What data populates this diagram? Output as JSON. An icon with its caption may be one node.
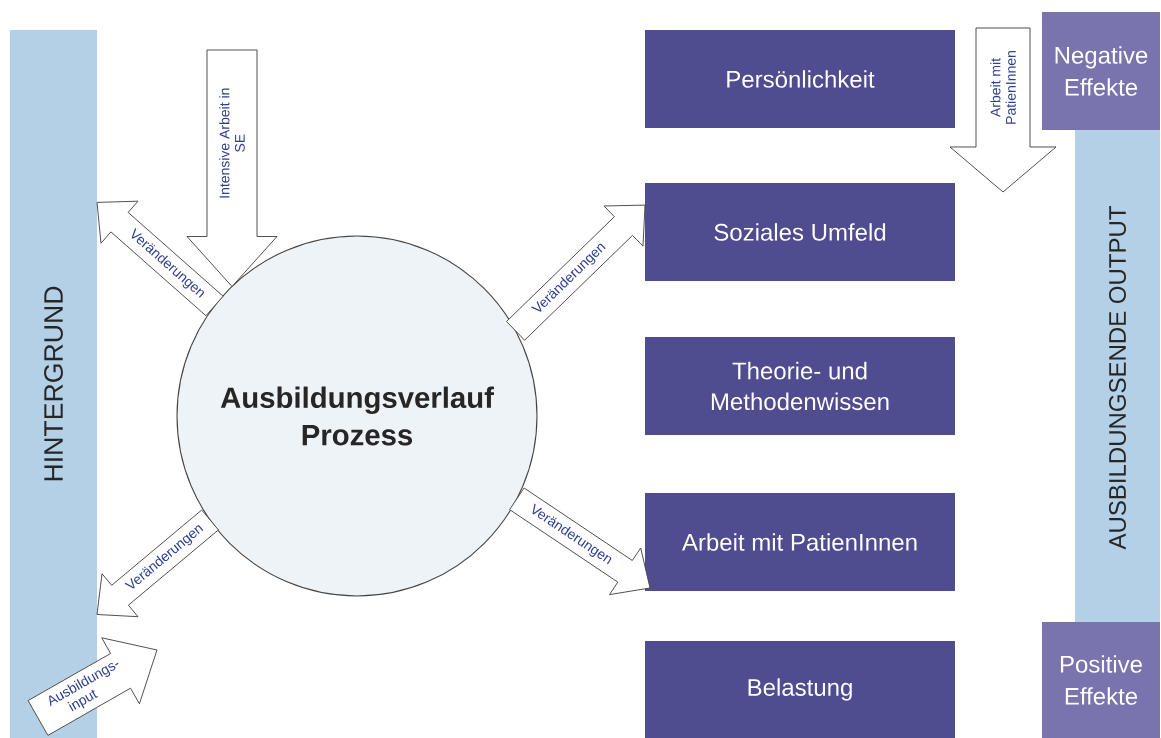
{
  "diagram": {
    "nodes": [
      {
        "text": [
          "HINTERGRUND"
        ]
      },
      {
        "text": [
          "Ausbildungsverlauf Prozess"
        ]
      },
      {
        "text": [
          "Persönlichkeit"
        ]
      },
      {
        "text": [
          "Soziales Umfeld"
        ]
      },
      {
        "text": [
          "Theorie- und Methodenwissen"
        ]
      },
      {
        "text": [
          "Arbeit mit PatienInnen"
        ]
      },
      {
        "text": [
          "Belastung"
        ]
      },
      {
        "text": [
          "AUSBILDUNGSENDE OUTPUT"
        ]
      },
      {
        "text": [
          "Negative Effekte"
        ]
      },
      {
        "text": [
          "Positive Effekte"
        ]
      }
    ],
    "edges": [
      {
        "from": null,
        "to": 1,
        "arrow": "to",
        "label": "Intensive Arbeit in SE"
      },
      {
        "from": 1,
        "to": 0,
        "arrow": "to",
        "label": "Veränderungen"
      },
      {
        "from": 1,
        "to": 3,
        "arrow": "to",
        "label": "Veränderungen"
      },
      {
        "from": 1,
        "to": 0,
        "arrow": "to",
        "label": "Veränderungen"
      },
      {
        "from": 1,
        "to": 5,
        "arrow": "to",
        "label": "Veränderungen"
      },
      {
        "from": 0,
        "to": null,
        "arrow": "to",
        "label": "Ausbildungs-input"
      },
      {
        "from": null,
        "to": 7,
        "arrow": "to",
        "label": "Arbeit mit PatienInnen"
      }
    ]
  }
}
